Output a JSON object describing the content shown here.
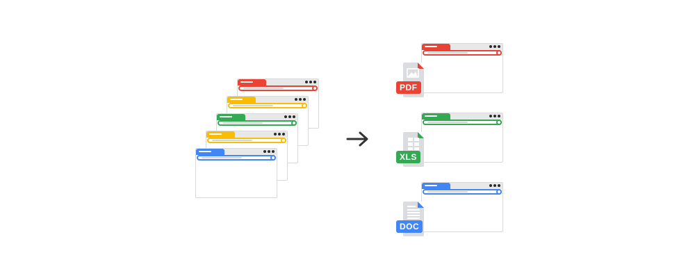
{
  "colors": {
    "red": "#ea4335",
    "yellow": "#fbbc05",
    "green": "#34a853",
    "blue": "#4285f4",
    "file_gray": "#dadce0",
    "arrow": "#333333"
  },
  "stack_windows": [
    "red",
    "yellow",
    "green",
    "yellow",
    "blue"
  ],
  "arrow_icon": "arrow-right-icon",
  "outputs": [
    {
      "window_color": "red",
      "file_type": "PDF",
      "file_icon": "image-file-icon"
    },
    {
      "window_color": "green",
      "file_type": "XLS",
      "file_icon": "spreadsheet-file-icon"
    },
    {
      "window_color": "blue",
      "file_type": "DOC",
      "file_icon": "document-file-icon"
    }
  ]
}
